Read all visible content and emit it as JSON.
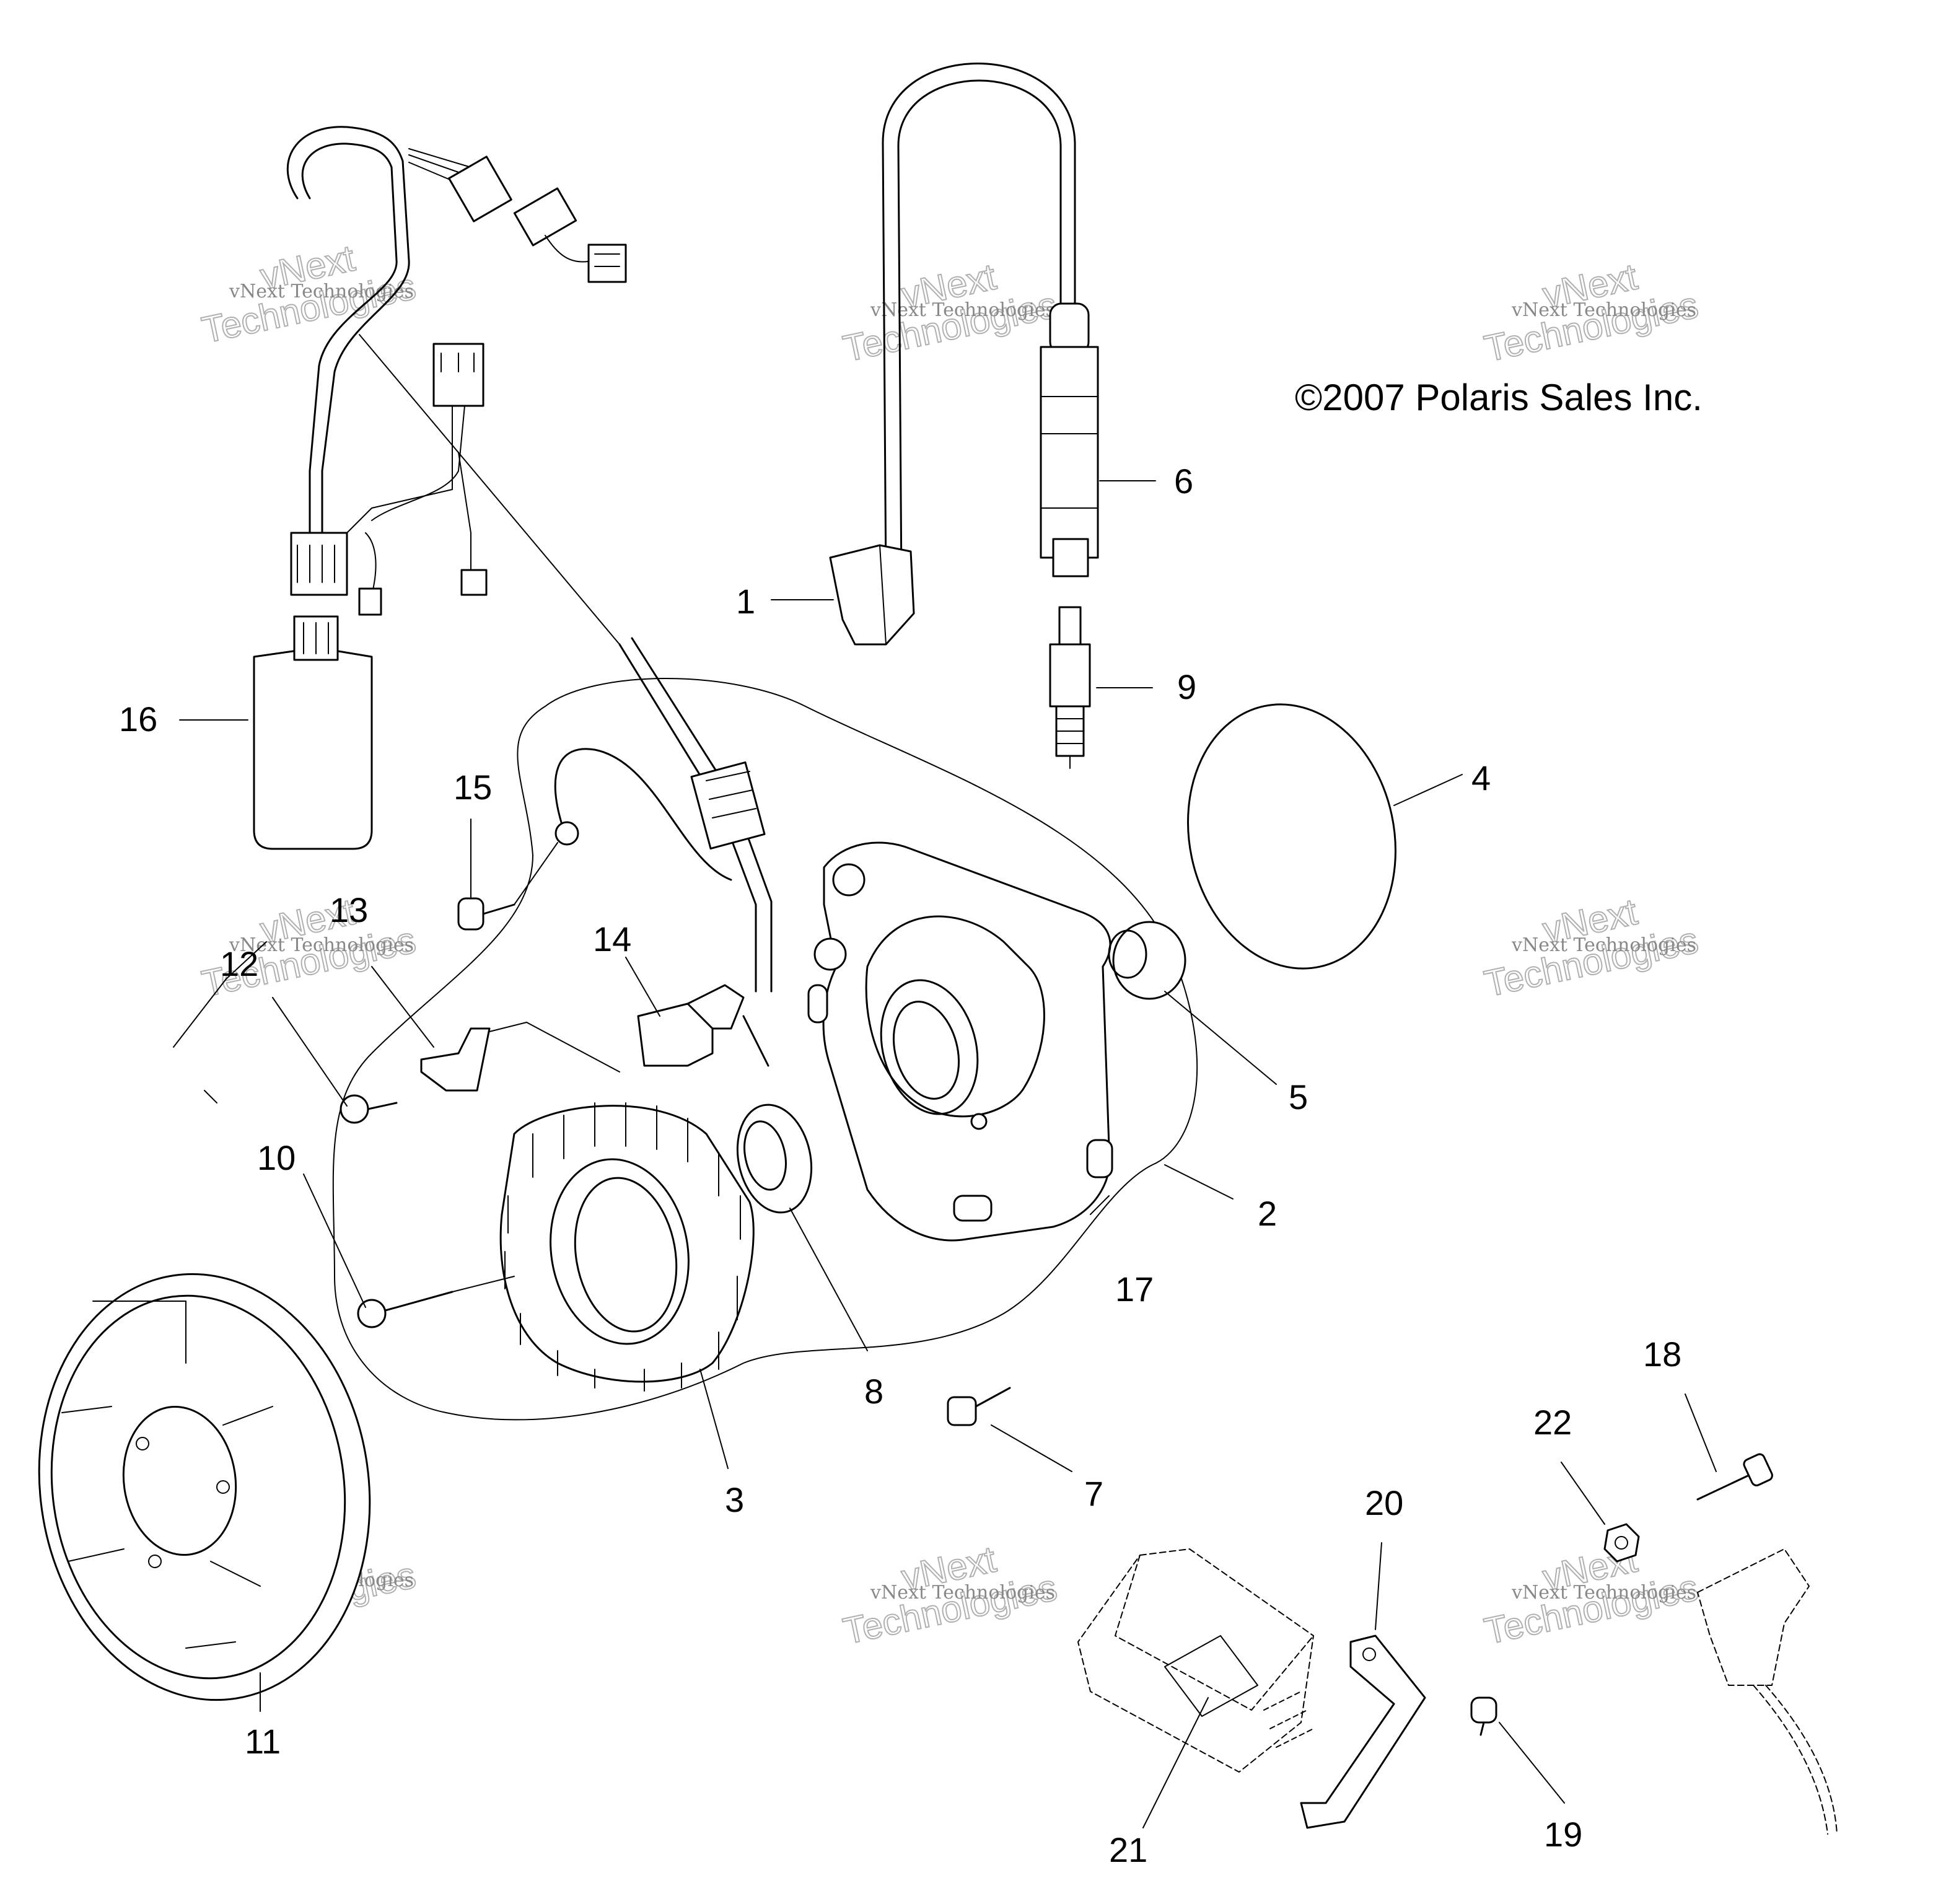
{
  "copyright": "©2007 Polaris Sales Inc.",
  "watermark": {
    "line_brand": "vNext",
    "line_company": "vNext Technologies",
    "line_big": "Technologies"
  },
  "parts": [
    {
      "id": "1",
      "label": "1"
    },
    {
      "id": "2",
      "label": "2"
    },
    {
      "id": "3",
      "label": "3"
    },
    {
      "id": "4",
      "label": "4"
    },
    {
      "id": "5",
      "label": "5"
    },
    {
      "id": "6",
      "label": "6"
    },
    {
      "id": "7",
      "label": "7"
    },
    {
      "id": "8",
      "label": "8"
    },
    {
      "id": "9",
      "label": "9"
    },
    {
      "id": "10",
      "label": "10"
    },
    {
      "id": "11",
      "label": "11"
    },
    {
      "id": "12",
      "label": "12"
    },
    {
      "id": "13",
      "label": "13"
    },
    {
      "id": "14",
      "label": "14"
    },
    {
      "id": "15",
      "label": "15"
    },
    {
      "id": "16",
      "label": "16"
    },
    {
      "id": "17",
      "label": "17"
    },
    {
      "id": "18",
      "label": "18"
    },
    {
      "id": "19",
      "label": "19"
    },
    {
      "id": "20",
      "label": "20"
    },
    {
      "id": "21",
      "label": "21"
    },
    {
      "id": "22",
      "label": "22"
    }
  ]
}
